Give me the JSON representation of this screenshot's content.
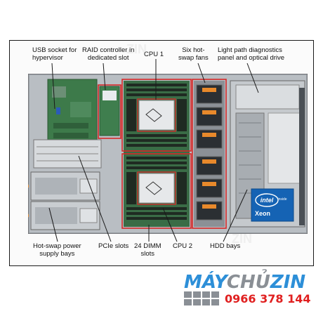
{
  "labels": {
    "usb": [
      "USB socket for",
      "hypervisor"
    ],
    "raid": [
      "RAID controller in",
      "dedicated slot"
    ],
    "cpu1": [
      "CPU 1"
    ],
    "fans": [
      "Six hot-",
      "swap fans"
    ],
    "lightpath": [
      "Light path diagnostics",
      "panel and optical drive"
    ],
    "psu": [
      "Hot-swap power",
      "supply bays"
    ],
    "pcie": [
      "PCIe slots"
    ],
    "dimm": [
      "24 DIMM",
      "slots"
    ],
    "cpu2": [
      "CPU 2"
    ],
    "hdd": [
      "HDD bays"
    ]
  },
  "badge": {
    "top": "intel",
    "sub": "inside",
    "name": "Xeon"
  },
  "brand": {
    "prefix": "MÁY",
    "mid": "CHỦ",
    "suffix": "ZIN",
    "phone": "0966 378 144"
  },
  "colors": {
    "callout_box": "#d62828",
    "brand_blue": "#2d8fd8",
    "brand_grey": "#8a8f95",
    "phone_red": "#e02020",
    "board_green": "#3d7a4a"
  }
}
